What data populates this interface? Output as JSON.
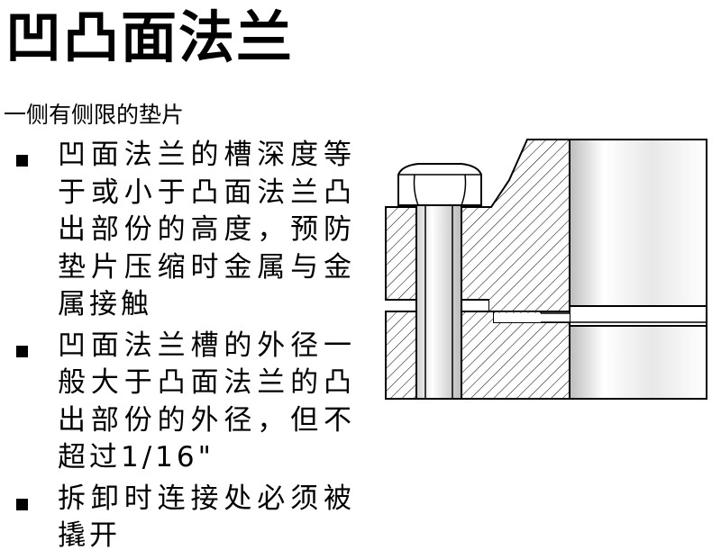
{
  "slide": {
    "title": "凹凸面法兰",
    "subtitle": "一侧有侧限的垫片",
    "bullets": [
      "凹面法兰的槽深度等于或小于凸面法兰凸出部份的高度，预防垫片压缩时金属与金属接触",
      "凹面法兰槽的外径一般大于凸面法兰的凸出部份的外径，但不超过1/16\"",
      "拆卸时连接处必须被撬开"
    ]
  },
  "diagram": {
    "line_color": "#000000",
    "fill_color": "#ffffff",
    "gasket_icon": "zigzag-gasket"
  }
}
